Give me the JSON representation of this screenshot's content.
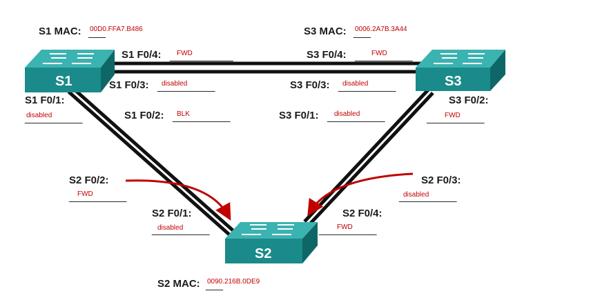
{
  "switches": {
    "s1": {
      "name": "S1",
      "mac_label": "S1 MAC:",
      "mac_value": "00D0.FFA7.B486"
    },
    "s2": {
      "name": "S2",
      "mac_label": "S2 MAC:",
      "mac_value": "0090.216B.0DE9"
    },
    "s3": {
      "name": "S3",
      "mac_label": "S3 MAC:",
      "mac_value": "0006.2A7B.3A44"
    }
  },
  "ports": {
    "s1_f04": {
      "label": "S1 F0/4:",
      "status": "FWD"
    },
    "s1_f03": {
      "label": "S1 F0/3:",
      "status": "disabled"
    },
    "s1_f01": {
      "label": "S1 F0/1:",
      "status": "disabled"
    },
    "s1_f02": {
      "label": "S1 F0/2:",
      "status": "BLK"
    },
    "s3_f04": {
      "label": "S3 F0/4:",
      "status": "FWD"
    },
    "s3_f03": {
      "label": "S3 F0/3:",
      "status": "disabled"
    },
    "s3_f02": {
      "label": "S3 F0/2:",
      "status": "FWD"
    },
    "s3_f01": {
      "label": "S3 F0/1:",
      "status": "disabled"
    },
    "s2_f02": {
      "label": "S2 F0/2:",
      "status": "FWD"
    },
    "s2_f01": {
      "label": "S2 F0/1:",
      "status": "disabled"
    },
    "s2_f03": {
      "label": "S2 F0/3:",
      "status": "disabled"
    },
    "s2_f04": {
      "label": "S2 F0/4:",
      "status": "FWD"
    }
  },
  "colors": {
    "switch_front": "#1a8a8a",
    "switch_top": "#3bb3b0",
    "switch_side": "#0e6766",
    "link": "#111111",
    "arrow": "#c00000",
    "value_text": "#c00000"
  },
  "icons": [
    "switch-icon",
    "curved-arrow-icon"
  ]
}
